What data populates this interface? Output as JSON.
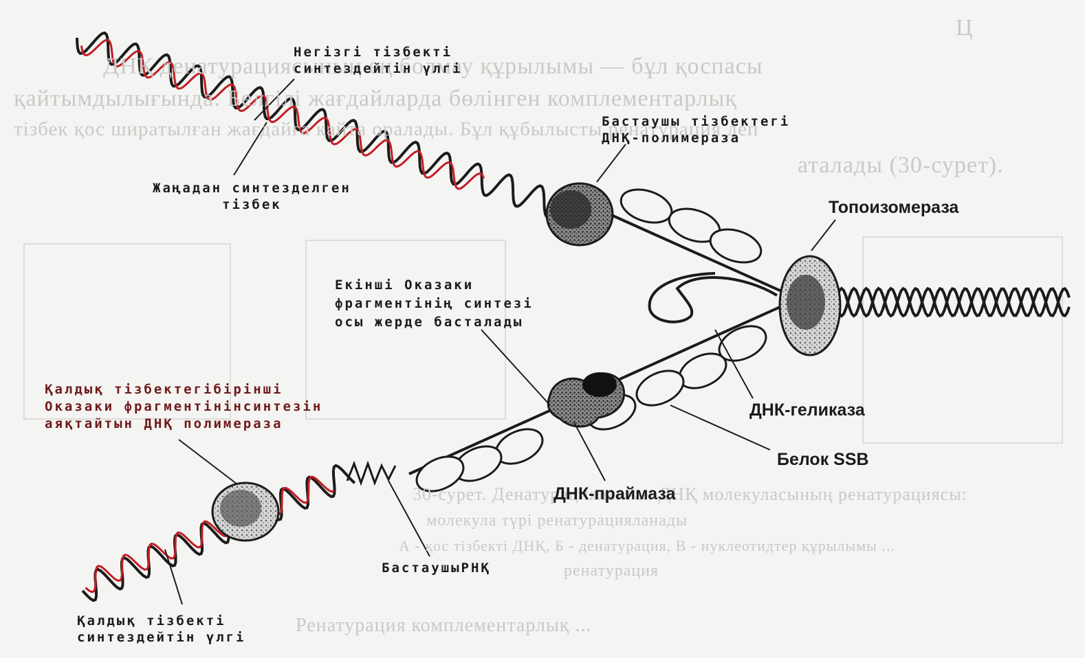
{
  "colors": {
    "background": "#f4f4f2",
    "ink": "#1b1b1b",
    "strand_red": "#c21d24",
    "faded_background_text": "#c9c9c7"
  },
  "background_page": {
    "lines": [
      "Ц ",
      "ДНҚ денатурациясының ең болмау құрылымы — бұл қоспасы",
      "қайтымдылығында. Белгілі жағдайларда бөлінген комплементарлық",
      "тізбек қос ширатылған жағдайға қайта оралады. Бұл құбылысты ренатурация деп",
      "аталады (30-сурет).",
      "30-сурет. Денатурацияланған ДНҚ молекуласының ренатурациясы:",
      "молекула түрі ренатурацияланады",
      "А - қос тізбекті ДНҚ, Б - денатурация, В - нуклеотидтер құрылымы ...",
      "ренатурация",
      "Ренатурация комплементарлық ..."
    ]
  },
  "diagram": {
    "labels": {
      "leading_template": "Негізгі тізбекті\nсинтездейтін үлгі",
      "leading_polymerase": "Бастаушы тізбектегі\nДНҚ-полимераза",
      "new_strand": "Жаңадан синтезделген\nтізбек",
      "topoisomerase": "Топоизомераза",
      "second_okazaki": "Екінші Оказаки\nфрагментінің синтезі\nосы жерде басталады",
      "lagging_polymerase": "Қалдық тізбектегібірінші\nОказаки фрагментінінсинтезін\nаяқтайтын ДНҚ полимераза",
      "helicase": "ДНК-геликаза",
      "ssb": "Белок SSB",
      "primase": "ДНК-праймаза",
      "primer_rna": "БастаушыРНҚ",
      "lagging_template": "Қалдық тізбекті\nсинтездейтін үлгі"
    },
    "components": [
      "leading-strand-template",
      "newly-synthesized-strand",
      "leading-dna-polymerase",
      "ssb-protein",
      "topoisomerase",
      "parental-double-helix",
      "dna-helicase",
      "dna-primase",
      "primer-rna",
      "lagging-strand-template",
      "lagging-dna-polymerase"
    ]
  }
}
